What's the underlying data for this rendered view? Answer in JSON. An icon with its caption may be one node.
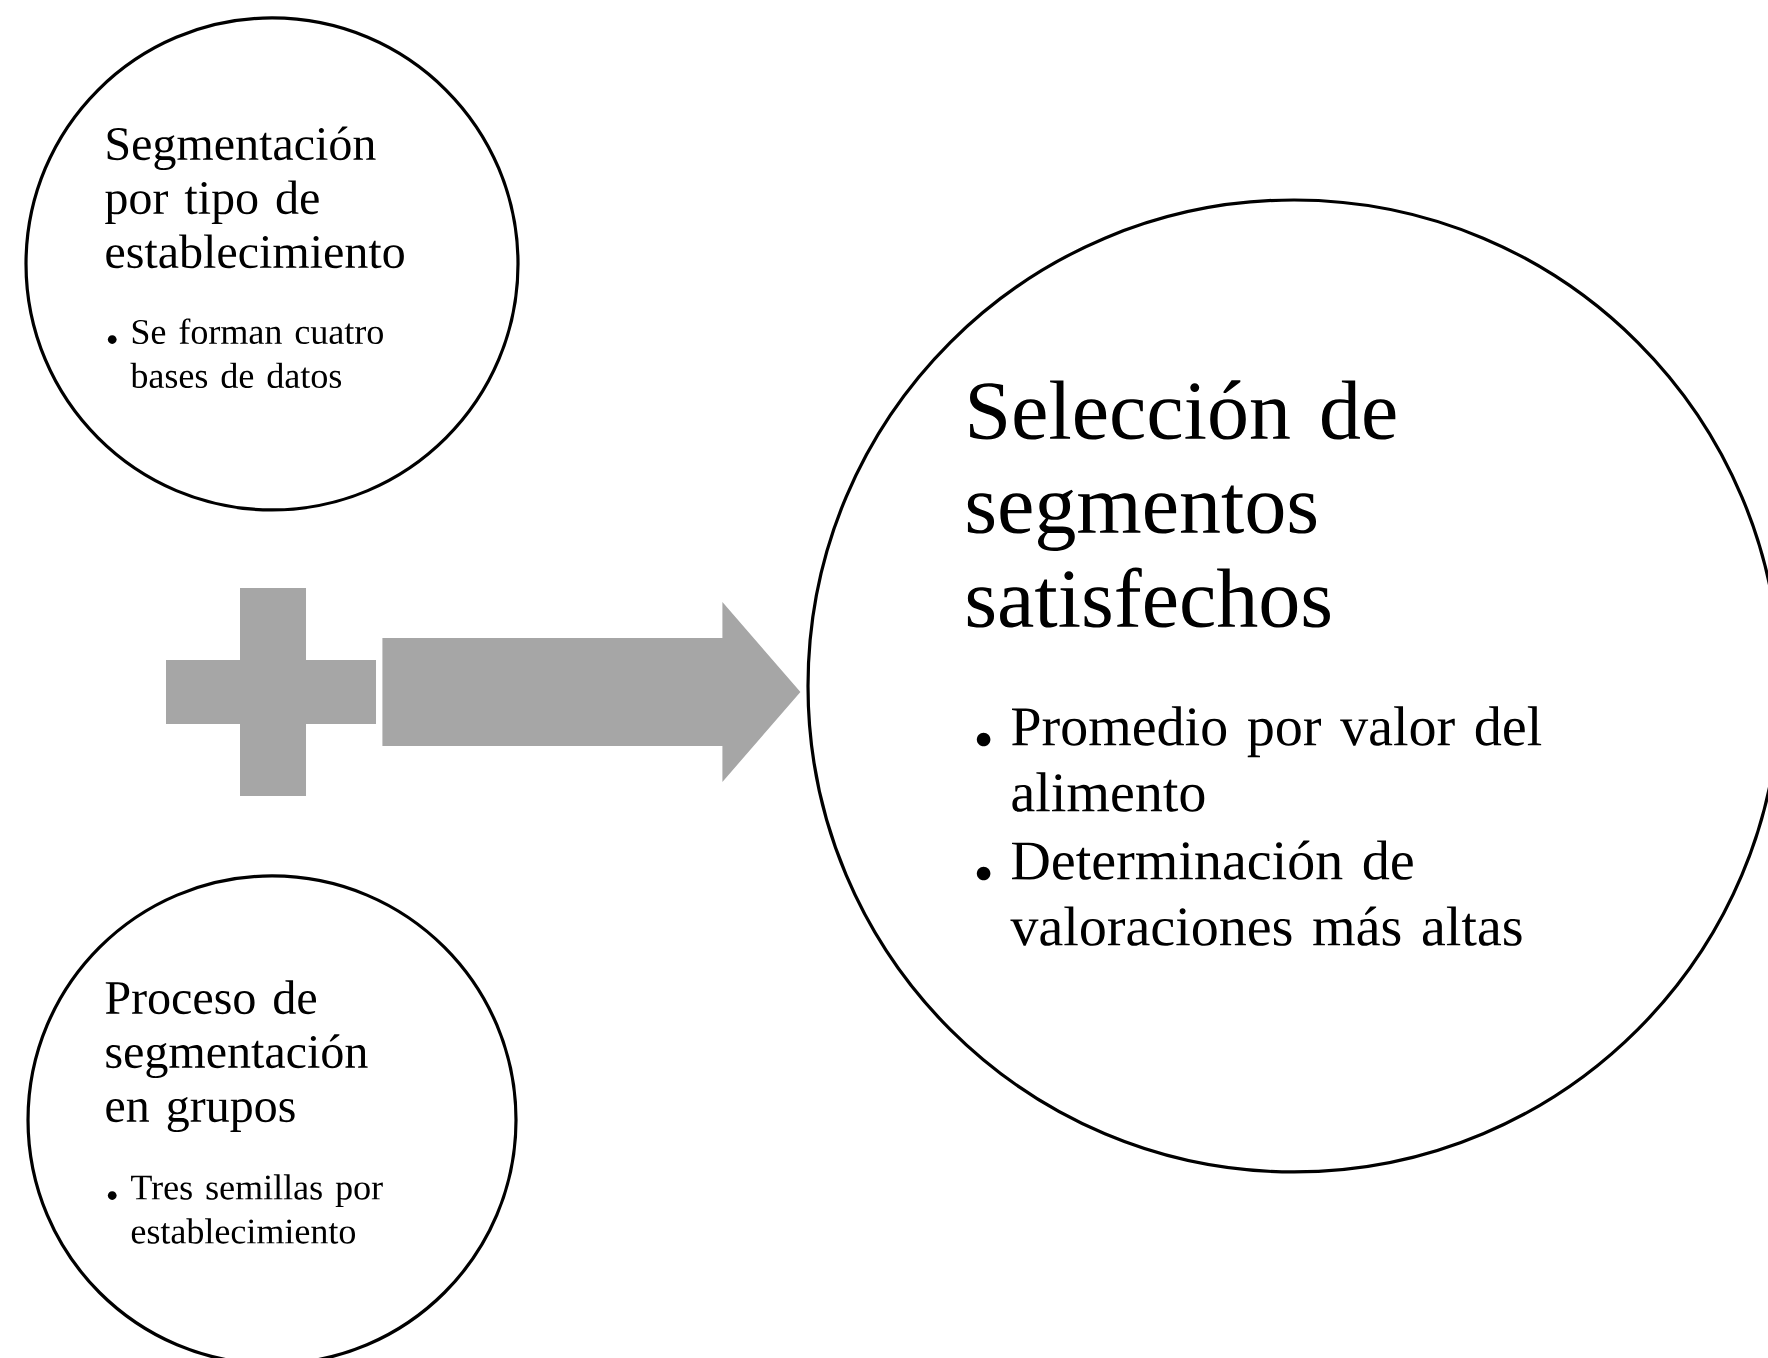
{
  "diagram": {
    "nodes": [
      {
        "text": [
          "Segmentación por tipo de establecimiento",
          "Se forman cuatro bases de datos"
        ]
      },
      {
        "text": [],
        "shape": "plus"
      },
      {
        "text": [
          "Selección de segmentos satisfechos",
          "Promedio por valor del alimento",
          "Determinación de valoraciones más altas"
        ]
      },
      {
        "text": [
          "Proceso de segmentación en grupos",
          "Tres semillas por establecimiento"
        ]
      }
    ],
    "edges": [
      {
        "from": 1,
        "to": 2,
        "arrow": "to"
      }
    ]
  }
}
